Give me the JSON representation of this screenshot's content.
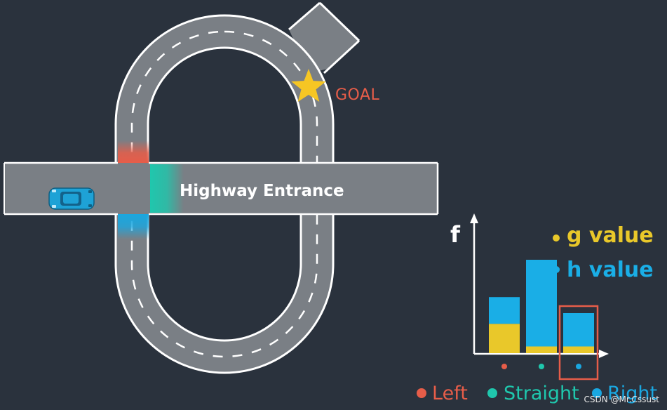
{
  "colors": {
    "background": "#2a323d",
    "road": "#7a7f85",
    "road_edge": "#ffffff",
    "lane_dash": "#ffffff",
    "goal_star": "#f6c624",
    "goal_text": "#e65d49",
    "left_color": "#e65d49",
    "straight_color": "#1fc7ad",
    "right_color": "#1aa7e0",
    "g_color": "#e9c82a",
    "h_color": "#1aaee6",
    "axis": "#ffffff",
    "selection_box": "#e65d49",
    "car_body": "#1ea2d6"
  },
  "labels": {
    "goal": "GOAL",
    "highway": "Highway Entrance",
    "f_axis": "f",
    "legend_g": "g value",
    "legend_h": "h value",
    "cat_left": "Left",
    "cat_straight": "Straight",
    "cat_right": "Right",
    "watermark": "CSDN @Mr.Cssust"
  },
  "chart_data": {
    "type": "bar",
    "categories": [
      "Left",
      "Straight",
      "Right"
    ],
    "series": [
      {
        "name": "g value",
        "values": [
          22,
          5,
          5
        ]
      },
      {
        "name": "h value",
        "values": [
          20,
          65,
          25
        ]
      }
    ],
    "selected": "Right",
    "ylabel": "f",
    "ylim": [
      0,
      100
    ]
  }
}
